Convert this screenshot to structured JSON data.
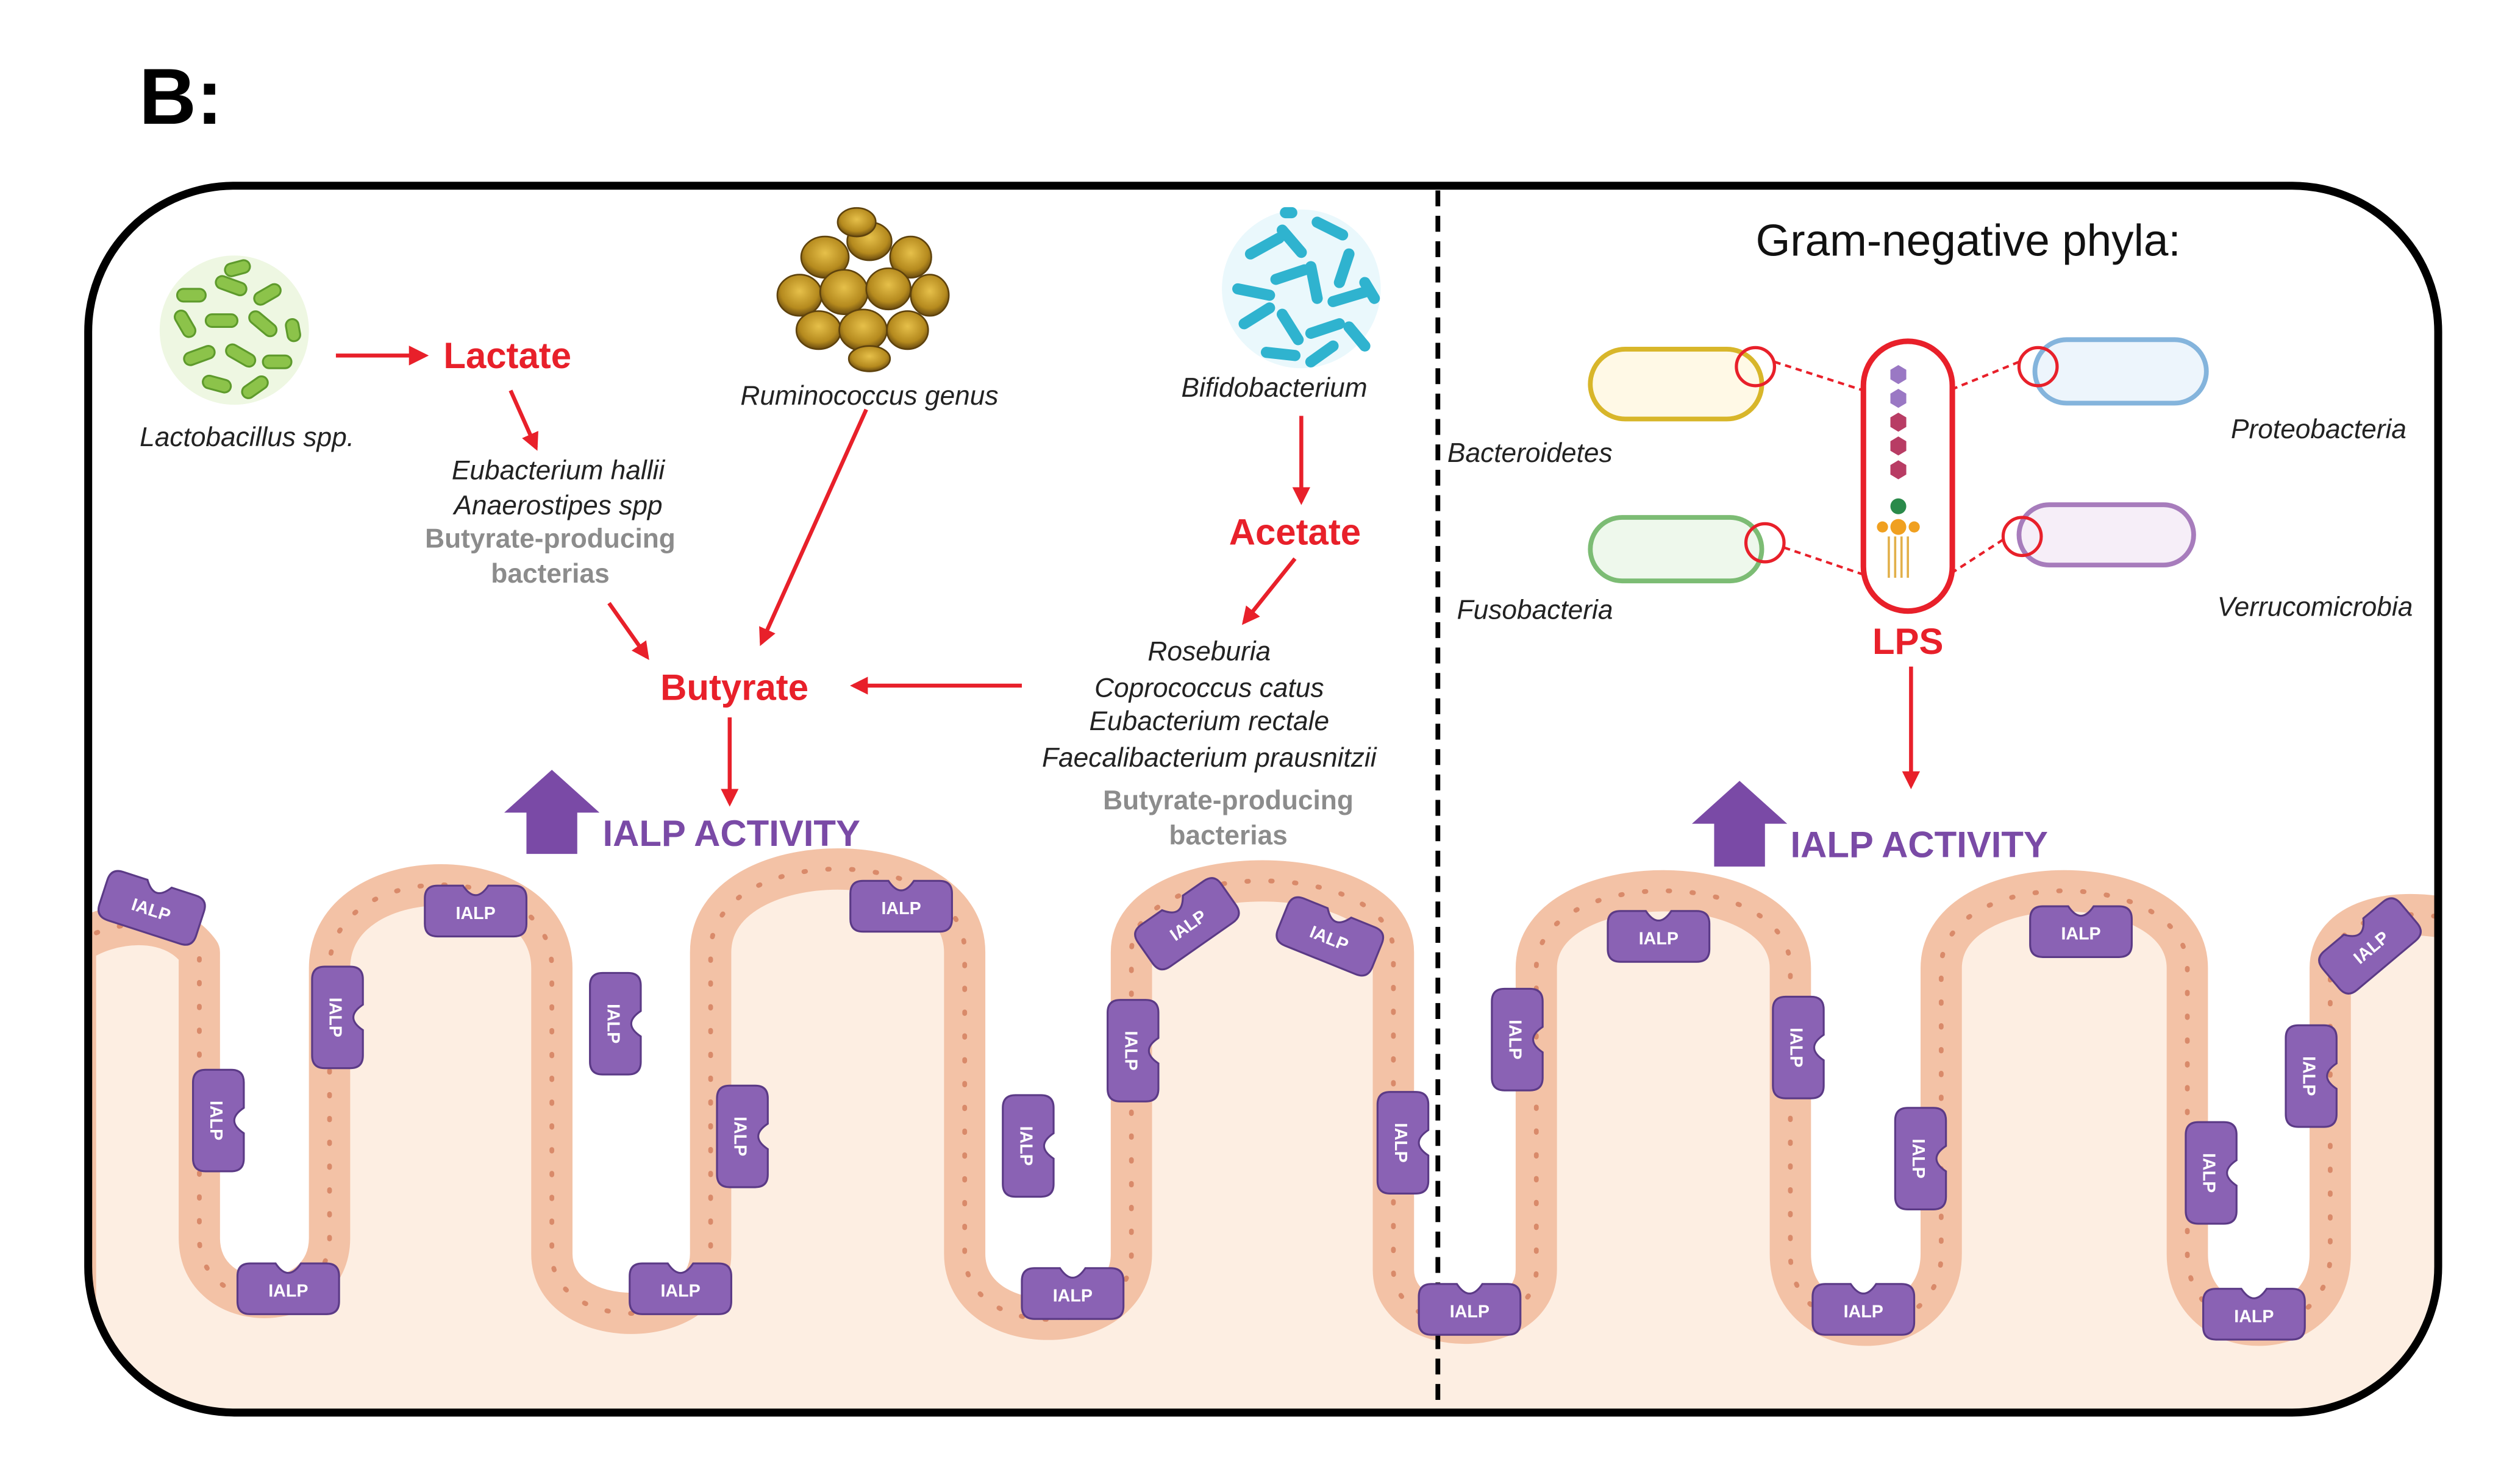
{
  "panel_label": "B:",
  "left_panel": {
    "lactobacillus": "Lactobacillus spp.",
    "lactate": "Lactate",
    "ruminococcus": "Ruminococcus genus",
    "bifidobacterium": "Bifidobacterium",
    "acetate": "Acetate",
    "lactate_users": [
      "Eubacterium hallii",
      "Anaerostipes spp"
    ],
    "lactate_users_note": [
      "Butyrate-producing",
      "bacterias"
    ],
    "butyrate": "Butyrate",
    "acetate_users": [
      "Roseburia",
      "Coprococcus catus",
      "Eubacterium rectale",
      "Faecalibacterium prausnitzii"
    ],
    "acetate_users_note": [
      "Butyrate-producing",
      "bacterias"
    ],
    "activity": "IALP ACTIVITY"
  },
  "right_panel": {
    "title": "Gram-negative phyla:",
    "phyla": {
      "bacteroidetes": "Bacteroidetes",
      "proteobacteria": "Proteobacteria",
      "fusobacteria": "Fusobacteria",
      "verrucomicrobia": "Verrucomicrobia"
    },
    "lps": "LPS",
    "activity": "IALP ACTIVITY"
  },
  "enzyme_label": "IALP",
  "colors": {
    "red": "#e8202a",
    "purple": "#7a4aa6",
    "enzyme": "#8a62b4",
    "gray_text": "#8c8c8c",
    "tissue": "#fdeee2",
    "epithelium": "#f3c2a6",
    "nucleus": "#d98a6a"
  },
  "icons": [
    "lactobacillus-cluster-icon",
    "ruminococcus-cluster-icon",
    "bifidobacterium-cluster-icon",
    "rod-bacterium-icon",
    "lps-molecule-icon",
    "up-arrow-icon"
  ]
}
